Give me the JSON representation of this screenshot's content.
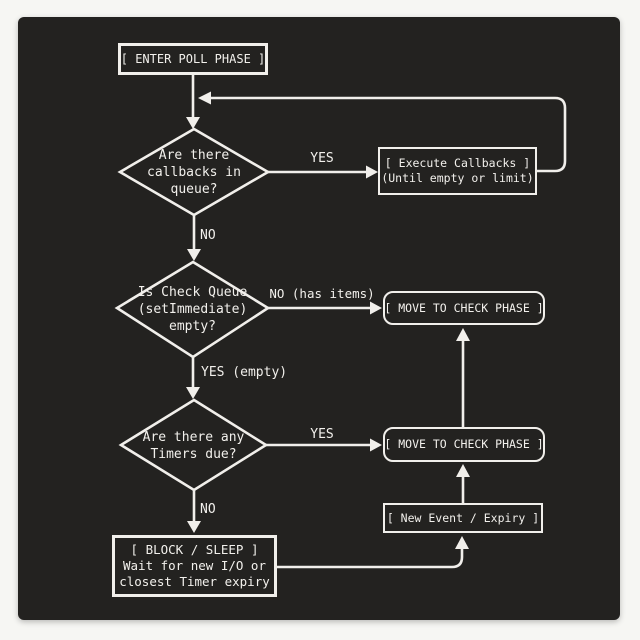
{
  "diagram": {
    "title_hint": "Event loop poll phase flowchart",
    "colors": {
      "page_bg": "#f6f6f3",
      "card_bg": "#232220",
      "line": "#f1efeb",
      "text": "#f2f0ec"
    },
    "nodes": {
      "enter_poll": {
        "label": "[ ENTER POLL PHASE ]"
      },
      "callbacks_diamond": {
        "line1": "Are there",
        "line2": "callbacks in",
        "line3": "queue?"
      },
      "execute_callbacks": {
        "line1": "[ Execute Callbacks ]",
        "line2": "(Until empty or limit)"
      },
      "check_queue_diamond": {
        "line1": "Is Check Queue",
        "line2": "(setImmediate)",
        "line3": "empty?"
      },
      "move_check_1": {
        "label": "[ MOVE TO CHECK PHASE ]"
      },
      "timers_diamond": {
        "line1": "Are there any",
        "line2": "Timers due?"
      },
      "move_check_2": {
        "label": "[ MOVE TO CHECK PHASE ]"
      },
      "new_event": {
        "label": "[ New Event / Expiry ]"
      },
      "block_sleep": {
        "line1": "[ BLOCK / SLEEP ]",
        "line2": "Wait for new I/O or",
        "line3": "closest Timer expiry"
      }
    },
    "edge_labels": {
      "yes_callbacks": "YES",
      "no_callbacks": "NO",
      "no_has_items": "NO (has items)",
      "yes_empty": "YES (empty)",
      "yes_timers": "YES",
      "no_timers": "NO"
    }
  }
}
